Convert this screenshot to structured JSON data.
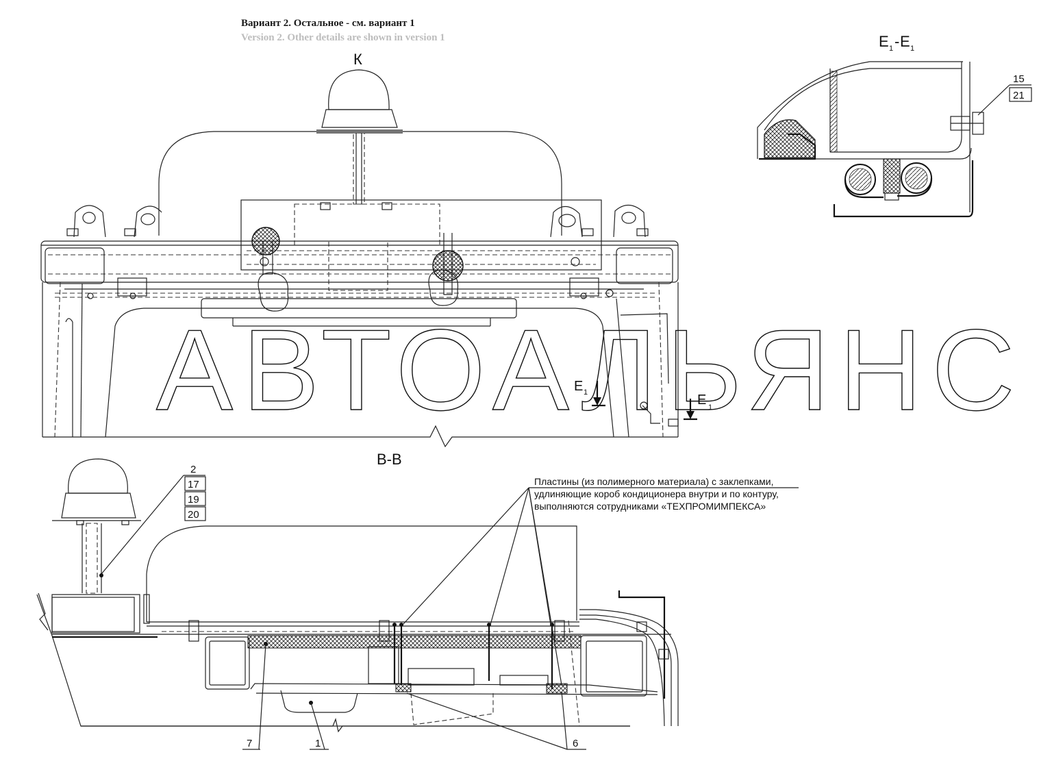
{
  "header": {
    "note_ru": "Вариант 2. Остальное - см. вариант 1",
    "note_en": "Version 2. Other details are shown in version 1"
  },
  "views": {
    "top_view_label": "К",
    "section_e_label": "Е",
    "section_e_sub": "1",
    "section_e_dash": "-",
    "section_bb_label": "В-В"
  },
  "callouts": {
    "c15": "15",
    "c21": "21",
    "c2": "2",
    "c17": "17",
    "c19": "19",
    "c20": "20",
    "c7": "7",
    "c1": "1",
    "c6": "6"
  },
  "note": {
    "line1": "Пластины (из полимерного материала) с заклепками,",
    "line2": "удлиняющие короб кондиционера внутри и по контуру,",
    "line3": "выполняются сотрудниками «ТЕХПРОМИМПЕКСА»"
  },
  "watermark": "АВТОАЛЬЯНС"
}
